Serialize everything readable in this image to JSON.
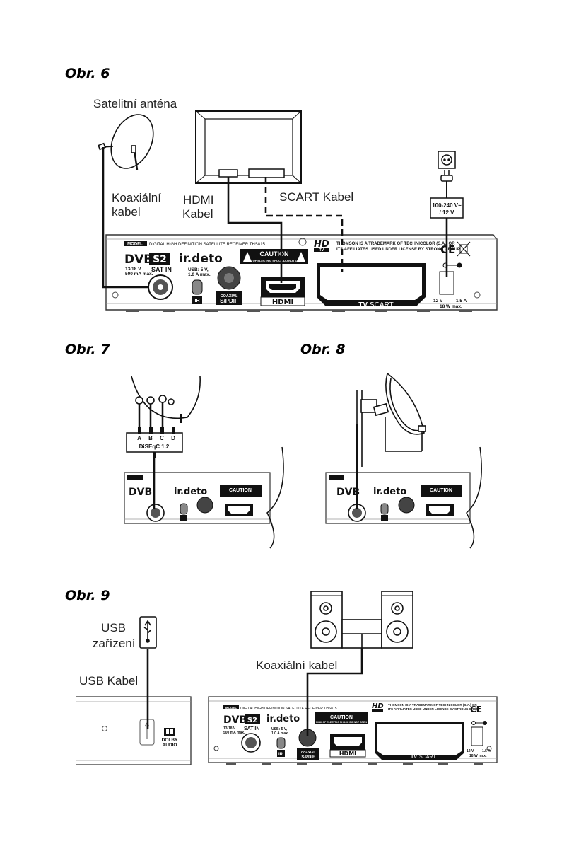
{
  "figures": {
    "fig6": "Obr. 6",
    "fig7": "Obr. 7",
    "fig8": "Obr. 8",
    "fig9": "Obr. 9"
  },
  "labels": {
    "satellite_antenna": "Satelitní anténa",
    "coax_cable_line1": "Koaxiální",
    "coax_cable_line2": "kabel",
    "hdmi_line1": "HDMI",
    "hdmi_line2": "Kabel",
    "scart_cable": "SCART Kabel",
    "power_line1": "100-240 V~",
    "power_line2": "/ 12 V",
    "usb_device_line1": "USB",
    "usb_device_line2": "zařízení",
    "usb_cable": "USB Kabel",
    "coax_cable_fig9": "Koaxiální kabel",
    "diseqc": "DiSEqC 1.2",
    "diseqc_ports": [
      "A",
      "B",
      "C",
      "D"
    ],
    "dolby_line1": "DOLBY",
    "dolby_line2": "AUDIO"
  },
  "receiver": {
    "model_tag": "MODEL",
    "model_text": "DIGITAL HIGH DEFINITION SATELLITE RECEIVER THS815",
    "dvb_logo_left": "DVB",
    "dvb_logo_right": "S2",
    "irdeto_logo": "ir.deto",
    "caution": "CAUTION",
    "caution_sub": "RISK OF ELECTRIC SHOCK DO NOT OPEN",
    "hd_logo": "HD",
    "hd_sub": "TV",
    "trademark_line1": "THOMSON IS A TRADEMARK OF TECHNICOLOR (S.A.) OR",
    "trademark_line2": "ITS AFFILIATES USED UNDER LICENSE BY STRONG GROUP.",
    "sat_in_spec1": "13/18 V",
    "sat_in_spec2": "500 mA max.",
    "sat_in": "SAT IN",
    "usb_spec1": "USB: 5 V,",
    "usb_spec2": "1.0 A max.",
    "ir": "IR",
    "coaxial_line1": "COAXIAL",
    "coaxial_line2": "S/PDIF",
    "hdmi_port": "HDMI",
    "tv_scart_bold": "TV",
    "tv_scart": "SCART",
    "ce": "CE",
    "power_spec1": "12 V",
    "power_spec2": "1.5 A",
    "power_spec3": "18 W max."
  }
}
